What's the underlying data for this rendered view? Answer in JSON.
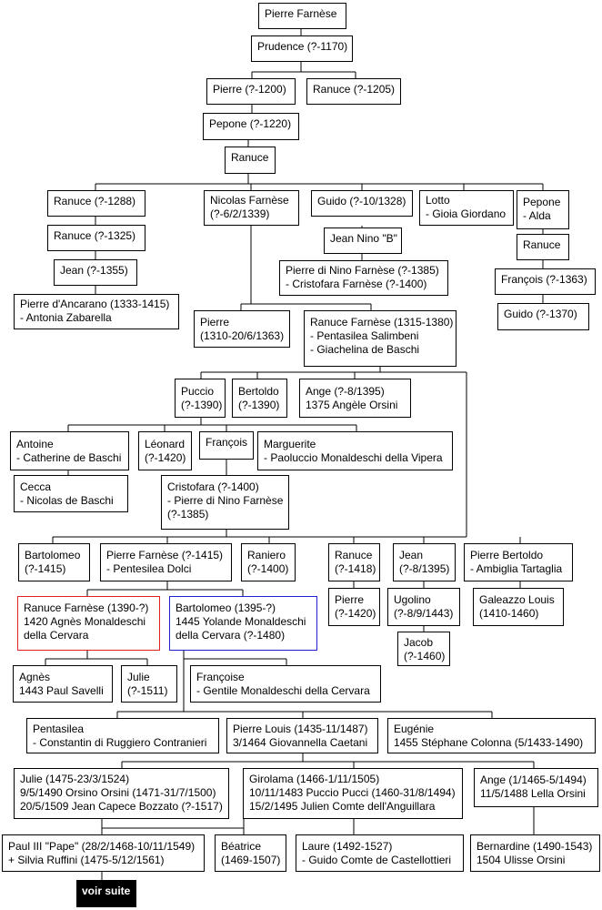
{
  "persons": {
    "p01": [
      "Pierre Farnèse"
    ],
    "p02": [
      "Prudence (?-1170)"
    ],
    "p03": [
      "Pierre (?-1200)"
    ],
    "p04": [
      "Ranuce (?-1205)"
    ],
    "p05": [
      "Pepone (?-1220)"
    ],
    "p06": [
      "Ranuce"
    ],
    "p07": [
      "Ranuce (?-1288)"
    ],
    "p08": [
      "Nicolas Farnèse",
      "(?-6/2/1339)"
    ],
    "p09": [
      "Guido (?-10/1328)"
    ],
    "p10": [
      "Lotto",
      "- Gioia Giordano"
    ],
    "p11": [
      "Pepone",
      "- Alda"
    ],
    "p12": [
      "Ranuce (?-1325)"
    ],
    "p13": [
      "Jean Nino \"B\""
    ],
    "p14": [
      "Ranuce"
    ],
    "p15": [
      "Jean (?-1355)"
    ],
    "p16": [
      "Pierre di Nino Farnèse (?-1385)",
      "- Cristofara Farnèse (?-1400)"
    ],
    "p17": [
      "François (?-1363)"
    ],
    "p18": [
      "Pierre d'Ancarano (1333-1415)",
      "- Antonia Zabarella"
    ],
    "p19": [
      "Guido (?-1370)"
    ],
    "p20": [
      "Pierre",
      "(1310-20/6/1363)"
    ],
    "p21": [
      "Ranuce Farnèse (1315-1380)",
      "- Pentasilea Salimbeni",
      "- Giachelina de Baschi"
    ],
    "p22": [
      "Puccio",
      "(?-1390)"
    ],
    "p23": [
      "Bertoldo",
      "(?-1390)"
    ],
    "p24": [
      "Ange (?-8/1395)",
      "1375 Angèle Orsini"
    ],
    "p25": [
      "Antoine",
      "- Catherine de Baschi"
    ],
    "p26": [
      "Léonard",
      "(?-1420)"
    ],
    "p27": [
      "François"
    ],
    "p28": [
      "Marguerite",
      "- Paoluccio Monaldeschi della Vipera"
    ],
    "p29": [
      "Cecca",
      "- Nicolas de Baschi"
    ],
    "p30": [
      "Cristofara (?-1400)",
      "- Pierre di Nino Farnèse",
      "(?-1385)"
    ],
    "p31": [
      "Bartolomeo",
      "(?-1415)"
    ],
    "p32": [
      "Pierre Farnèse (?-1415)",
      "- Pentesilea Dolci"
    ],
    "p33": [
      "Raniero",
      "(?-1400)"
    ],
    "p34": [
      "Ranuce",
      "(?-1418)"
    ],
    "p35": [
      "Jean",
      "(?-8/1395)"
    ],
    "p36": [
      "Pierre Bertoldo",
      "- Ambiglia Tartaglia"
    ],
    "p37": [
      "Ranuce Farnèse (1390-?)",
      "1420 Agnès Monaldeschi",
      "della Cervara"
    ],
    "p38": [
      "Bartolomeo (1395-?)",
      "1445 Yolande Monaldeschi",
      "della Cervara (?-1480)"
    ],
    "p39": [
      "Pierre",
      "(?-1420)"
    ],
    "p40": [
      "Ugolino",
      "(?-8/9/1443)"
    ],
    "p41": [
      "Galeazzo Louis",
      "(1410-1460)"
    ],
    "p42": [
      "Jacob",
      "(?-1460)"
    ],
    "p43": [
      "Agnès",
      "1443 Paul Savelli"
    ],
    "p44": [
      "Julie",
      "(?-1511)"
    ],
    "p45": [
      "Françoise",
      "- Gentile Monaldeschi della Cervara"
    ],
    "p46": [
      "Pentasilea",
      "- Constantin di Ruggiero Contranieri"
    ],
    "p47": [
      "Pierre Louis (1435-11/1487)",
      "3/1464 Giovannella Caetani"
    ],
    "p48": [
      "Eugénie",
      "1455 Stéphane Colonna (5/1433-1490)"
    ],
    "p49": [
      "Julie (1475-23/3/1524)",
      "9/5/1490 Orsino Orsini (1471-31/7/1500)",
      "20/5/1509 Jean Capece Bozzato (?-1517)"
    ],
    "p50": [
      "Girolama (1466-1/11/1505)",
      "10/11/1483 Puccio Pucci (1460-31/8/1494)",
      "15/2/1495 Julien Comte dell'Anguillara"
    ],
    "p51": [
      "Ange (1/1465-5/1494)",
      "11/5/1488 Lella Orsini"
    ],
    "p52": [
      "Paul III  \"Pape\" (28/2/1468-10/11/1549)",
      "+ Silvia Ruffini (1475-5/12/1561)"
    ],
    "p53": [
      "Béatrice",
      "(1469-1507)"
    ],
    "p54": [
      "Laure (1492-1527)",
      "- Guido Comte de Castellottieri"
    ],
    "p55": [
      "Bernardine (1490-1543)",
      "1504 Ulisse Orsini"
    ]
  },
  "continue_link": "voir suite",
  "colors": {
    "highlight_red": "#e02020",
    "highlight_blue": "#2020d0"
  }
}
